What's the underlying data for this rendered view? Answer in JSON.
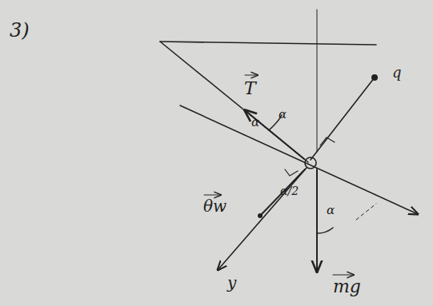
{
  "diagram": {
    "labels": [
      "3)",
      "T",
      "α",
      "α",
      "q",
      "θw",
      "α/2",
      "α",
      "mg",
      "y"
    ]
  }
}
